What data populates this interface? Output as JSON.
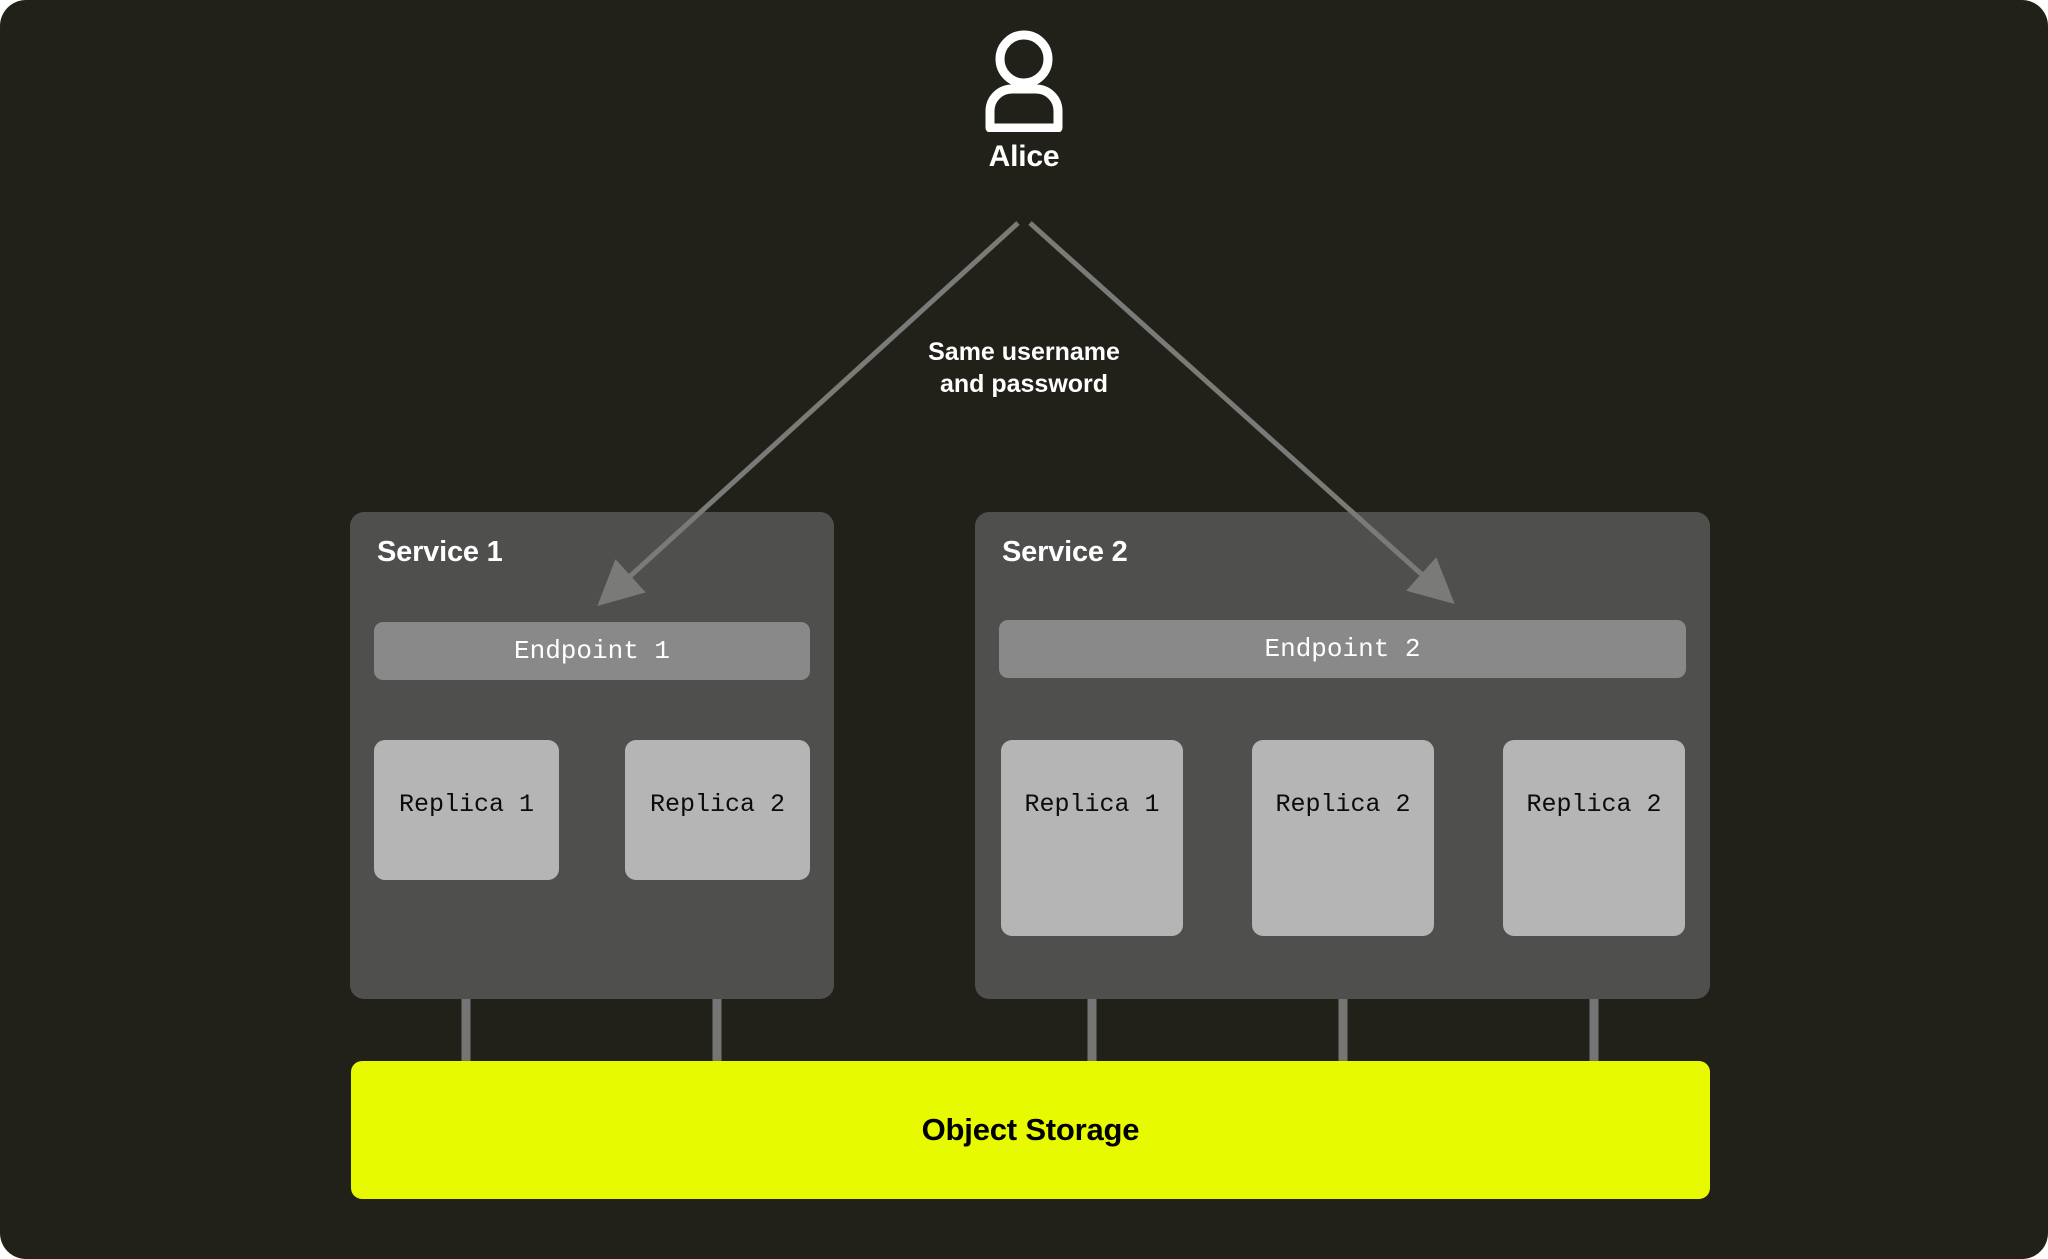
{
  "canvas": {
    "background_color": "#212119",
    "accent_color": "#e8fa00",
    "service_box_color": "#4f4f4d",
    "endpoint_color": "#898989",
    "replica_color": "#b5b5b5",
    "connector_color": "#757575"
  },
  "actor": {
    "icon": "user-icon",
    "label": "Alice"
  },
  "flow": {
    "caption_line_1": "Same username",
    "caption_line_2": "and password"
  },
  "services": [
    {
      "title": "Service 1",
      "endpoint": "Endpoint 1",
      "replicas": [
        {
          "label": "Replica 1"
        },
        {
          "label": "Replica 2"
        }
      ]
    },
    {
      "title": "Service 2",
      "endpoint": "Endpoint 2",
      "replicas": [
        {
          "label": "Replica 1"
        },
        {
          "label": "Replica 2"
        },
        {
          "label": "Replica 2"
        }
      ]
    }
  ],
  "storage": {
    "label": "Object Storage"
  }
}
